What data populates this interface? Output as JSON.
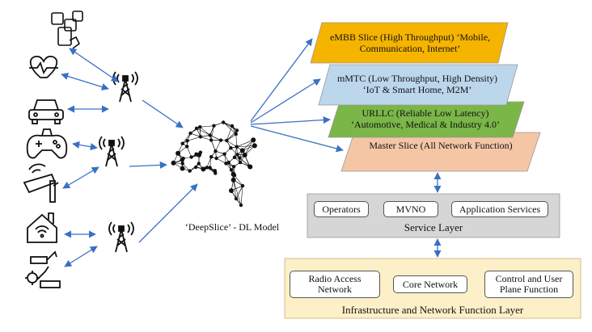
{
  "slices": {
    "embb": {
      "line1": "eMBB Slice (High Throughput)  ‘Mobile,",
      "line2": "Communication, Internet’",
      "color": "#f5b400"
    },
    "mmtc": {
      "line1": "mMTC (Low Throughput, High Density)",
      "line2": "‘IoT & Smart Home, M2M’",
      "color": "#bcd6ec"
    },
    "urllc": {
      "line1": "URLLC (Reliable Low Latency)",
      "line2": "‘Automotive, Medical & Industry 4.0’",
      "color": "#7ab648"
    },
    "master": {
      "line1": "Master Slice (All Network Function)",
      "color": "#f4c6a6"
    }
  },
  "model": {
    "label": "‘DeepSlice’ - DL Model"
  },
  "service_layer": {
    "title": "Service Layer",
    "items": [
      "Operators",
      "MVNO",
      "Application Services"
    ],
    "color": "#d6d6d6"
  },
  "infra_layer": {
    "title": "Infrastructure and Network Function Layer",
    "items": [
      {
        "line1": "Radio Access",
        "line2": "Network"
      },
      {
        "line1": "Core Network",
        "line2": ""
      },
      {
        "line1": "Control and User",
        "line2": "Plane Function"
      }
    ],
    "color": "#fdf0c8"
  },
  "devices": [
    "social-media-phone-icon",
    "heartbeat-icon",
    "car-icon",
    "gamepad-icon",
    "security-camera-icon",
    "smart-home-icon",
    "robot-arm-icon"
  ],
  "colors": {
    "arrow": "#3a6fc4",
    "network": "#111111"
  }
}
